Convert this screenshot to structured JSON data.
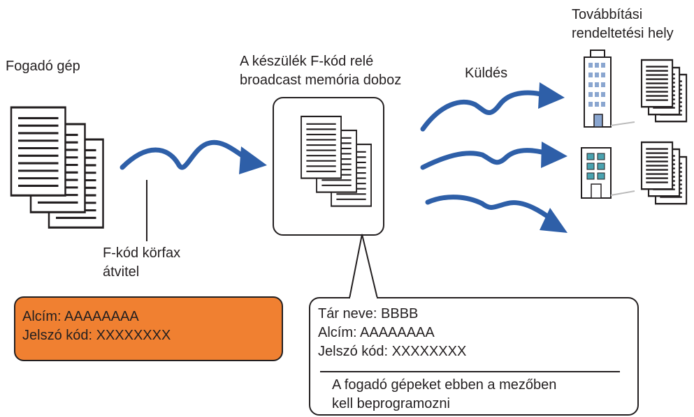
{
  "labels": {
    "receiving_machine": "Fogadó gép",
    "relay_box_line1": "A készülék F-kód relé",
    "relay_box_line2": "broadcast memória doboz",
    "send": "Küldés",
    "forward_line1": "Továbbítási",
    "forward_line2": "rendeltetési hely",
    "transmission_line1": "F-kód körfax",
    "transmission_line2": "átvitel"
  },
  "sender_box": {
    "subaddress": "Alcím: AAAAAAAA",
    "passcode": "Jelszó kód: XXXXXXXX"
  },
  "info_box": {
    "box_name": "Tár neve: BBBB",
    "subaddress": "Alcím: AAAAAAAA",
    "passcode": "Jelszó kód: XXXXXXXX",
    "note_line1": "A fogadó gépeket ebben a mezőben",
    "note_line2": "kell beprogramozni"
  },
  "colors": {
    "arrow": "#2e5fa8",
    "orange_box": "#f08031",
    "outline": "#231f20",
    "building_window": "#8aa6d0",
    "building_window2": "#4aa3b0"
  },
  "icons": [
    "document-stack-icon",
    "arrow-icon",
    "building-icon"
  ]
}
